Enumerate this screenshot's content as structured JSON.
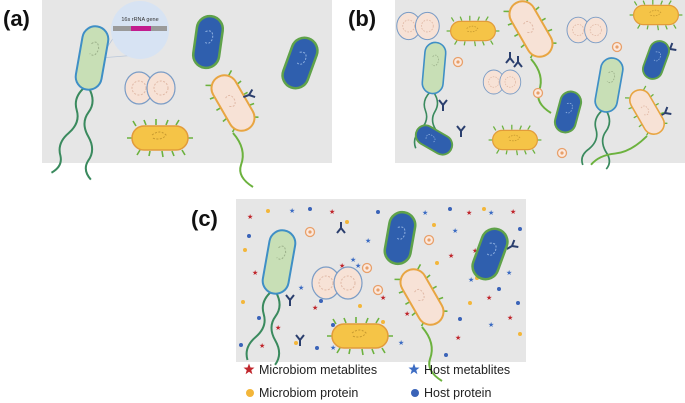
{
  "panels": {
    "a": {
      "label": "(a)",
      "gene_label": "16s rRNA gene"
    },
    "b": {
      "label": "(b)"
    },
    "c": {
      "label": "(c)"
    }
  },
  "legend": {
    "microbiom_metablites": "Microbiom metablites",
    "host_metablites": "Host metablites",
    "microbiom_protein": "Microbiom protein",
    "host_protein": "Host protein"
  },
  "colors": {
    "background_panel": "#e6e6e6",
    "green_bacterium": "#c8dfb6",
    "blue_bacterium": "#2f5fae",
    "yellow_bacterium": "#f5c447",
    "pink_cell": "#f7e2d6",
    "microbiom_metabolite": "#c0262c",
    "host_metabolite": "#3c6cc3",
    "microbiom_protein": "#f3b63a",
    "host_protein": "#3a63b8",
    "flagellum": "#6cb23e"
  }
}
